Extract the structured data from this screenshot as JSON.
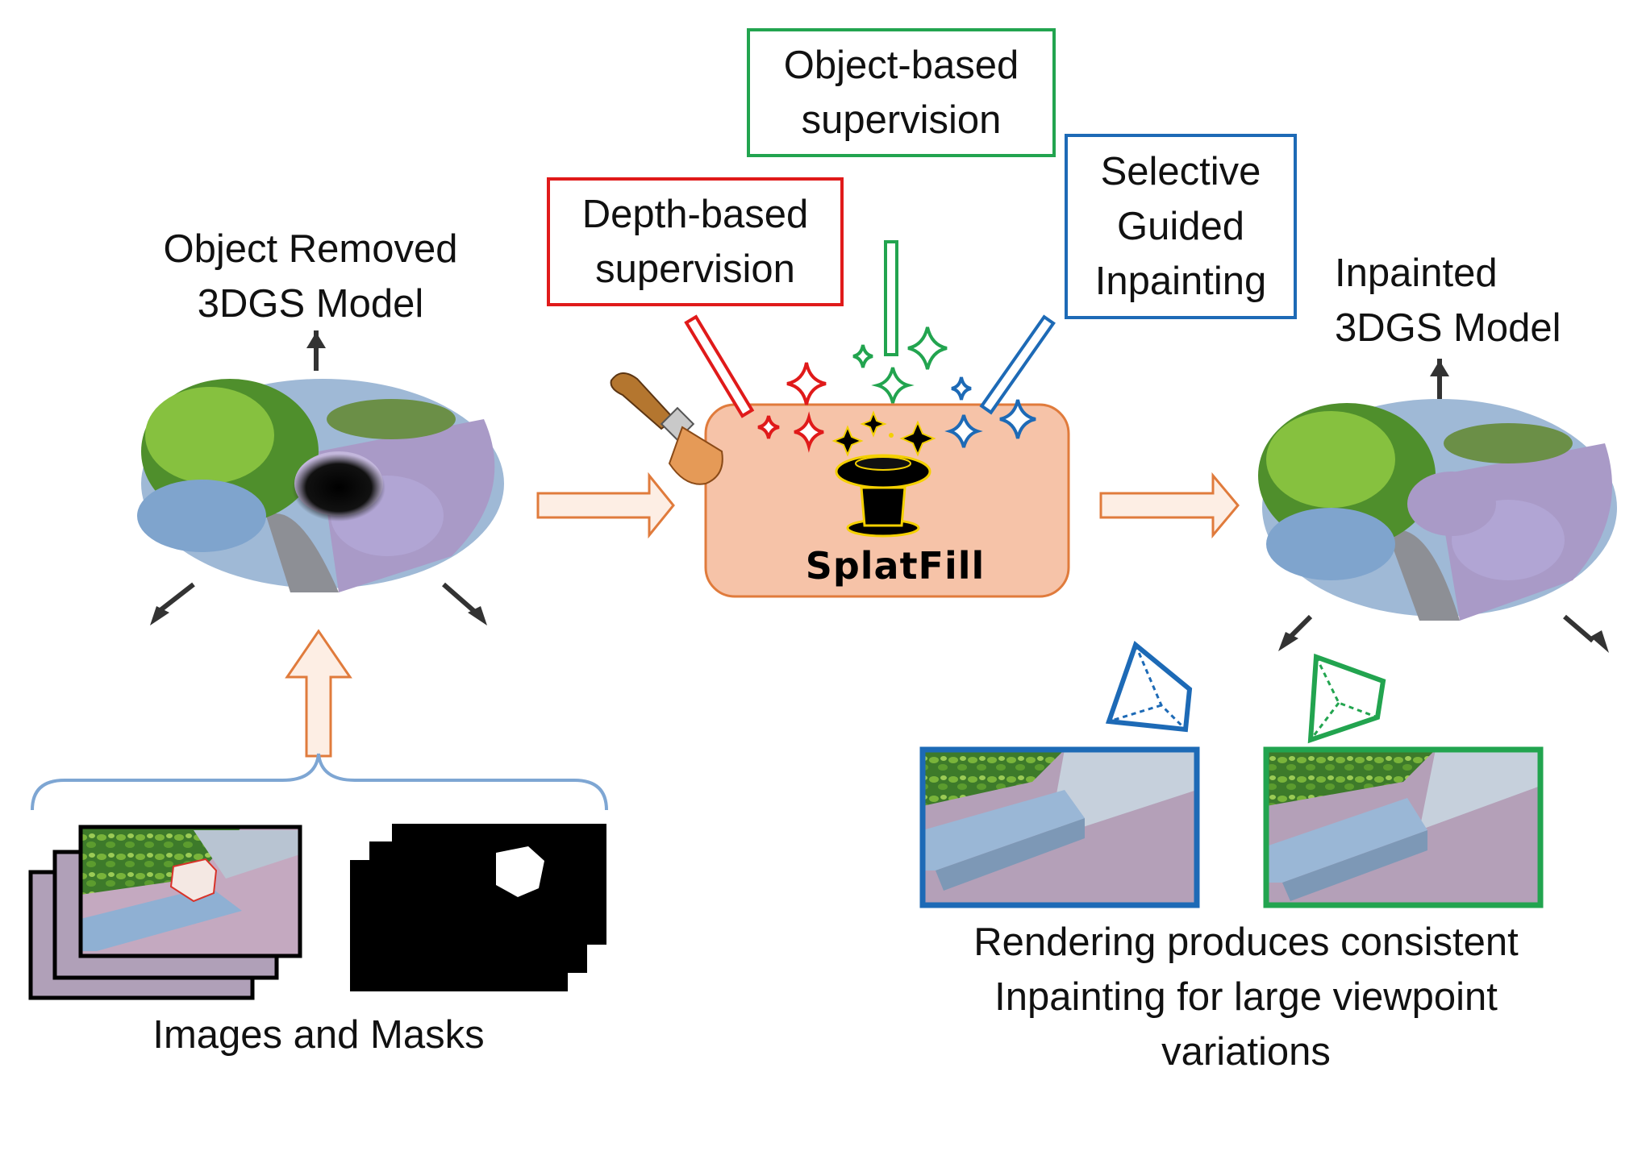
{
  "labels": {
    "depth_based": [
      "Depth-based",
      "supervision"
    ],
    "object_based": [
      "Object-based",
      "supervision"
    ],
    "selective": [
      "Selective",
      "Guided",
      "Inpainting"
    ],
    "object_removed": [
      "Object Removed",
      "3DGS Model"
    ],
    "inpainted": [
      "Inpainted",
      "3DGS Model"
    ],
    "splatfill": "SplatFill",
    "images_masks": "Images and Masks",
    "rendering": [
      "Rendering produces consistent",
      "Inpainting for large viewpoint",
      "variations"
    ]
  },
  "colors": {
    "depth": "#e01a1a",
    "object": "#22a44f",
    "selective": "#1d6ab6",
    "arrow_fill": "#fdeee4",
    "arrow_stroke": "#e07b3c",
    "splatfill_box": "#f6c3a8",
    "brace": "#7ea6d3"
  },
  "icons": [
    "paintbrush-icon",
    "magic-hat-icon",
    "camera-frustum-icon",
    "sparkle-icon"
  ]
}
